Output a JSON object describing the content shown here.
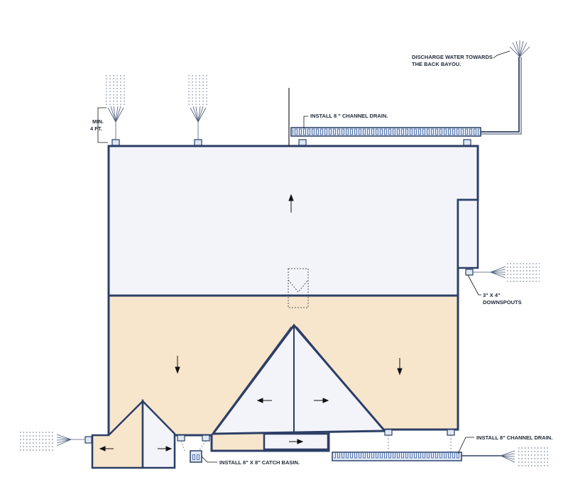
{
  "labels": {
    "discharge_line1": "DISCHARGE WATER TOWARDS",
    "discharge_line2": "THE BACK BAYOU.",
    "channel_drain_top": "INSTALL 8 \" CHANNEL DRAIN.",
    "channel_drain_bottom": "INSTALL 8\" CHANNEL DRAIN.",
    "catch_basin": "INSTALL 8\" X 8\" CATCH BASIN.",
    "min_line1": "MIN.",
    "min_line2": "4 FT.",
    "downspouts_line1": "3\" X 4\"",
    "downspouts_line2": "DOWNSPOUTS"
  },
  "colors": {
    "outline": "#2c3e66",
    "roof_light": "#f3f4fa",
    "roof_tan": "#f7e6cc",
    "drain_fill": "#dfe8f5",
    "drain_slot": "#3a5fa0",
    "spray": "#4a5a78",
    "leader": "#111111"
  }
}
